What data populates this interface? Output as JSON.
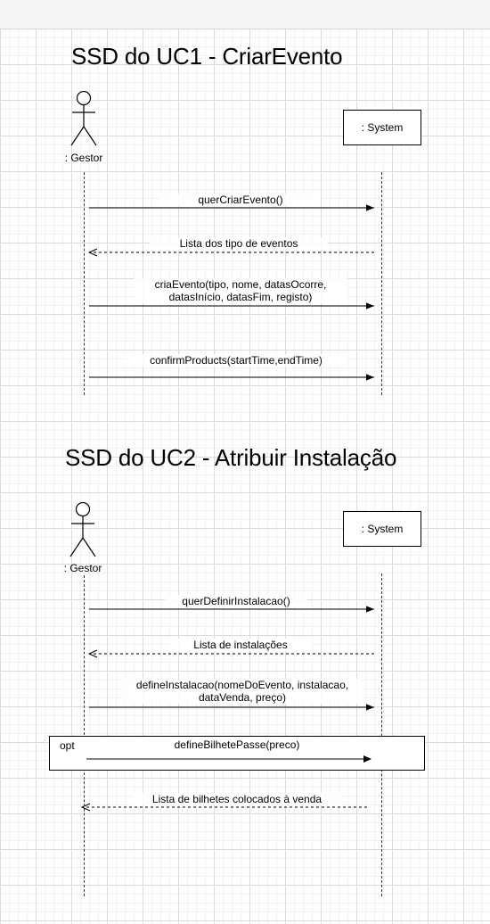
{
  "diagrams": [
    {
      "title": "SSD do UC1 - CriarEvento",
      "actor_label": ": Gestor",
      "system_label": ": System",
      "messages": [
        {
          "text": "querCriarEvento()"
        },
        {
          "text": "Lista dos tipo de eventos"
        },
        {
          "text": "criaEvento(tipo, nome, datasOcorre,\ndatasInício, datasFim, registo)"
        },
        {
          "text": "confirmProducts(startTime,endTime)"
        }
      ]
    },
    {
      "title": "SSD do UC2 - Atribuir Instalação",
      "actor_label": ": Gestor",
      "system_label": ": System",
      "messages": [
        {
          "text": "querDefinirInstalacao()"
        },
        {
          "text": "Lista de instalações"
        },
        {
          "text": "defineInstalacao(nomeDoEvento, instalacao,\ndataVenda, preço)"
        },
        {
          "text": "defineBilhetePasse(preco)"
        },
        {
          "text": "Lista de bilhetes colocados à venda"
        }
      ],
      "opt_label": "opt"
    }
  ]
}
